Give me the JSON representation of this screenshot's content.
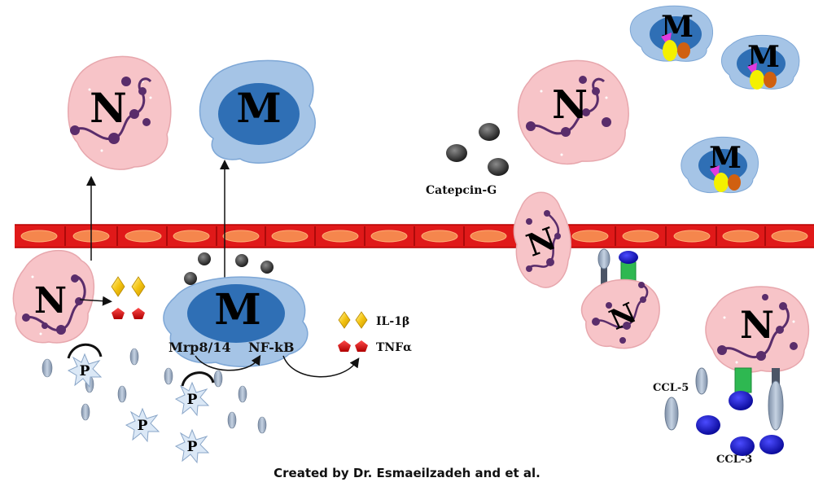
{
  "diagram": {
    "neutrophil_letter": "N",
    "macrophage_letter": "M",
    "phosphate_letter": "P",
    "cathepsin_label": "Catepcin-G",
    "mrp_label": "Mrp8/14",
    "nfkb_label": "NF-kB",
    "legend": [
      {
        "label": "IL-1β",
        "symbol": "yellow-diamond-icon"
      },
      {
        "label": "TNFα",
        "symbol": "red-pentagon-icon"
      }
    ],
    "ccl5_label": "CCL-5",
    "ccl3_label": "CCL-3",
    "caption": "Created by Dr. Esmaeilzadeh and et al."
  },
  "colors": {
    "neutrophil_fill": "#f7c4c8",
    "nucleus": "#5a2d6b",
    "macrophage_outer": "#a5c4e6",
    "macrophage_inner": "#2f6fb5",
    "vessel": "#e01919",
    "vessel_cell": "#f5864d",
    "cathepsin": "#3a3a3a",
    "il1b": "#f4c411",
    "tnfa": "#e01919",
    "granule": "#a9b8ca",
    "ccl5_receptor": "#2eb851",
    "ccl3": "#1d1dcc"
  }
}
